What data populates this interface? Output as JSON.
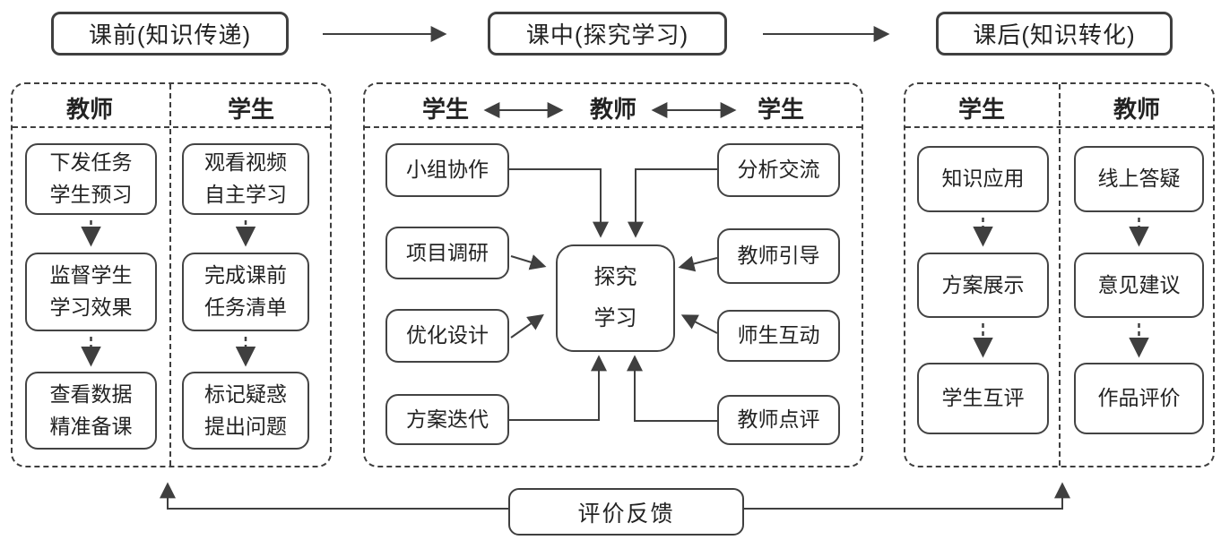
{
  "colors": {
    "line": "#3f3f3f",
    "background": "#ffffff",
    "text": "#222222"
  },
  "top_flow": {
    "stages": [
      "课前(知识传递)",
      "课中(探究学习)",
      "课后(知识转化)"
    ]
  },
  "pre_class": {
    "teacher_header": "教师",
    "student_header": "学生",
    "teacher_steps": [
      "下发任务\n学生预习",
      "监督学生\n学习效果",
      "查看数据\n精准备课"
    ],
    "student_steps": [
      "观看视频\n自主学习",
      "完成课前\n任务清单",
      "标记疑惑\n提出问题"
    ]
  },
  "in_class": {
    "headers": [
      "学生",
      "教师",
      "学生"
    ],
    "left_activities": [
      "小组协作",
      "项目调研",
      "优化设计",
      "方案迭代"
    ],
    "right_activities": [
      "分析交流",
      "教师引导",
      "师生互动",
      "教师点评"
    ],
    "center": "探究\n学习"
  },
  "post_class": {
    "student_header": "学生",
    "teacher_header": "教师",
    "student_steps": [
      "知识应用",
      "方案展示",
      "学生互评"
    ],
    "teacher_steps": [
      "线上答疑",
      "意见建议",
      "作品评价"
    ]
  },
  "feedback": {
    "label": "评价反馈"
  }
}
